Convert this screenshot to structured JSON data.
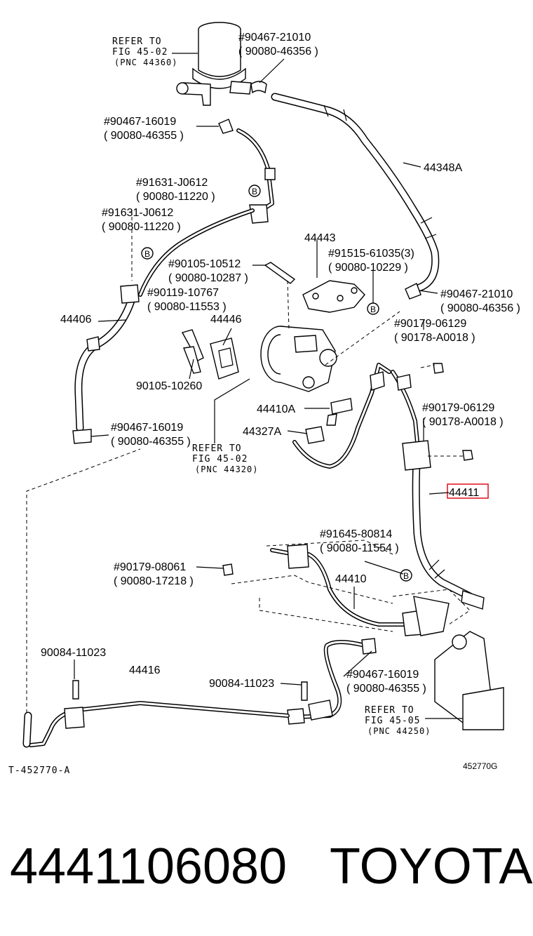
{
  "labels": {
    "refer_top": [
      "REFER TO",
      "FIG 45-02",
      "(PNC 44360)"
    ],
    "clip_top_right_a": "#90467-21010",
    "clip_top_right_b": "( 90080-46356  )",
    "clip_1_a": "#90467-16019",
    "clip_1_b": "( 90080-46355  )",
    "hose_44348a": "44348A",
    "bolt_1_a": "#91631-J0612",
    "bolt_1_b": "( 90080-11220  )",
    "bolt_2_a": "#91631-J0612",
    "bolt_2_b": "( 90080-11220  )",
    "bracket_44443": "44443",
    "bolt_3_a": "#91515-61035(3)",
    "bolt_3_b": "( 90080-10229  )",
    "bolt_4_a": "#90105-10512",
    "bolt_4_b": "( 90080-10287  )",
    "clip_2_a": "#90467-21010",
    "clip_2_b": "( 90080-46356  )",
    "bolt_5_a": "#90119-10767",
    "bolt_5_b": "( 90080-11553  )",
    "hose_44406": "44406",
    "part_44446": "44446",
    "nut_1_a": "#90179-06129",
    "nut_1_b": "( 90178-A0018  )",
    "bolt_90105": "90105-10260",
    "part_44410a": "44410A",
    "nut_2_a": "#90179-06129",
    "nut_2_b": "( 90178-A0018  )",
    "part_44327a": "44327A",
    "clip_3_a": "#90467-16019",
    "clip_3_b": "( 90080-46355  )",
    "refer_mid": [
      "REFER TO",
      "FIG 45-02",
      "(PNC 44320)"
    ],
    "hose_44411": "44411",
    "bolt_6_a": "#91645-80814",
    "bolt_6_b": "( 90080-11554  )",
    "nut_3_a": "#90179-08061",
    "nut_3_b": "( 90080-17218  )",
    "tube_44410": "44410",
    "bolt_90084_a": "90084-11023",
    "tube_44416": "44416",
    "bolt_90084_b": "90084-11023",
    "clip_4_a": "#90467-16019",
    "clip_4_b": "( 90080-46355  )",
    "refer_bot": [
      "REFER TO",
      "FIG 45-05",
      "(PNC 44250)"
    ],
    "code_left": "T-452770-A",
    "code_right": "452770G"
  },
  "highlight_color": "#e11d2a",
  "footer": {
    "part_number": "4441106080",
    "brand": "TOYOTA"
  }
}
